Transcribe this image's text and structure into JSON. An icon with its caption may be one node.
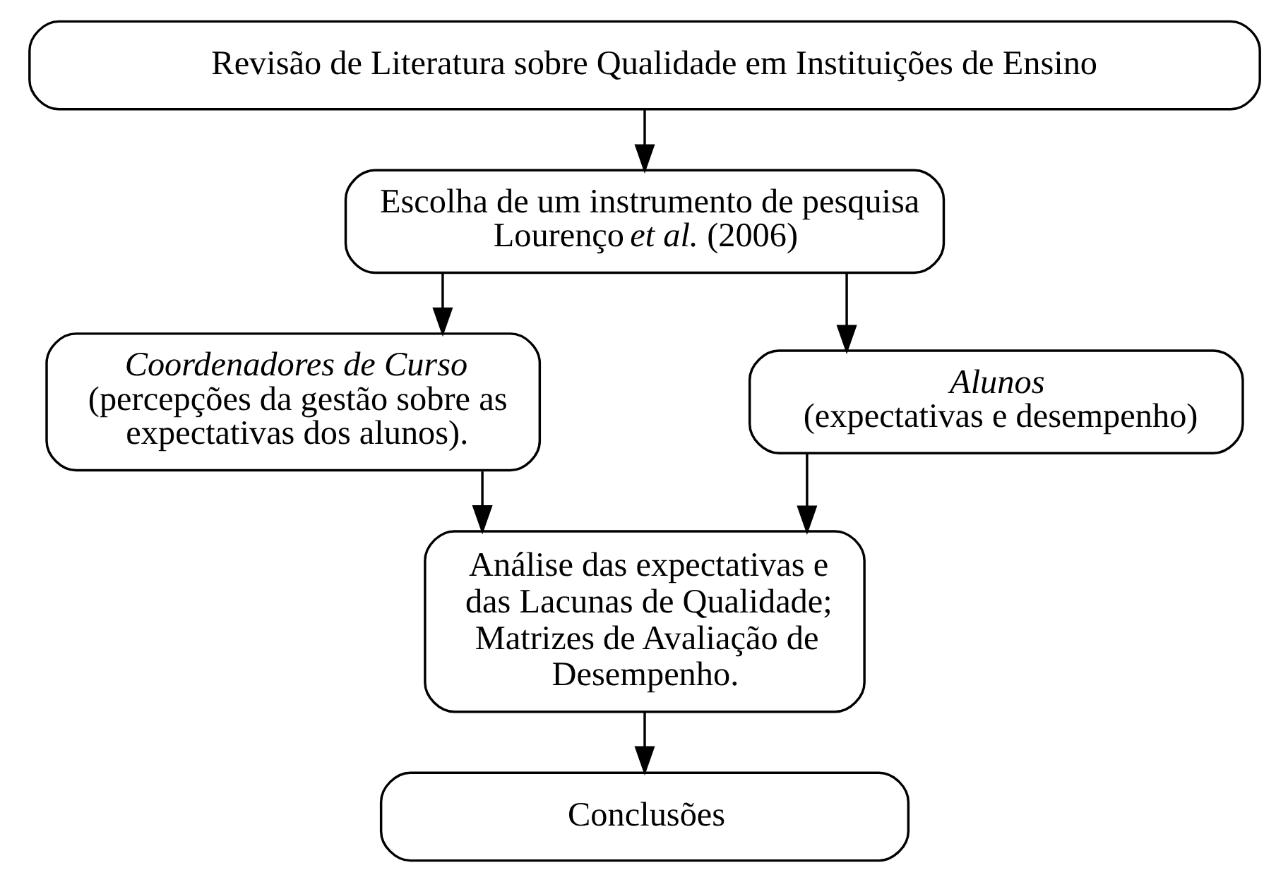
{
  "diagram": {
    "nodes": [
      {
        "text": [
          "Revisão de Literatura sobre Qualidade em Instituições de Ensino"
        ]
      },
      {
        "text": [
          "Escolha de um instrumento de pesquisa",
          "Lourenço *et al.* (2006)"
        ]
      },
      {
        "text": [
          "Coordenadores de Curso",
          "(percepções da gestão sobre as expectativas dos alunos)."
        ]
      },
      {
        "text": [
          "Alunos",
          "(expectativas e desempenho)"
        ]
      },
      {
        "text": [
          "Análise das expectativas e das Lacunas de Qualidade; Matrizes de Avaliação de Desempenho."
        ]
      },
      {
        "text": [
          "Conclusões"
        ]
      }
    ],
    "edges": [
      {
        "from": 0,
        "to": 1,
        "arrow": "to"
      },
      {
        "from": 1,
        "to": 2,
        "arrow": "to"
      },
      {
        "from": 1,
        "to": 3,
        "arrow": "to"
      },
      {
        "from": 2,
        "to": 4,
        "arrow": "to"
      },
      {
        "from": 3,
        "to": 4,
        "arrow": "to"
      },
      {
        "from": 4,
        "to": 5,
        "arrow": "to"
      }
    ]
  }
}
